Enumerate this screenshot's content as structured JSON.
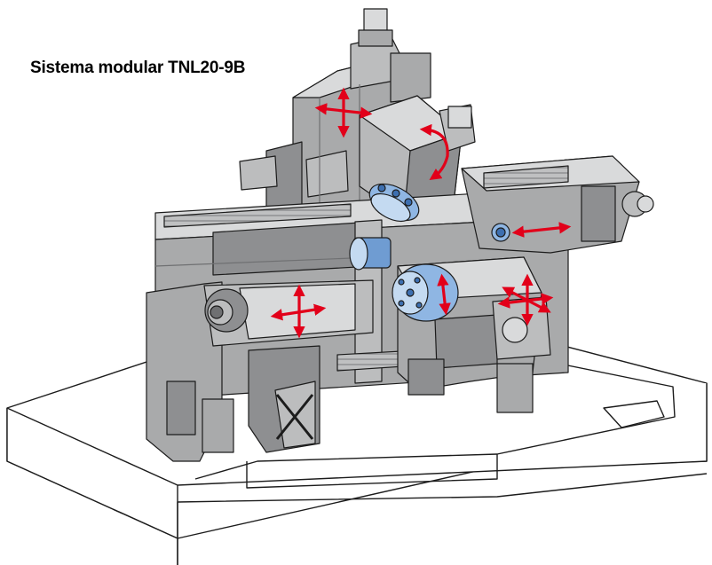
{
  "title": "Sistema modular TNL20-9B",
  "colors": {
    "machine_body": "#a9aaab",
    "machine_light": "#d9dadb",
    "machine_dark": "#6f7072",
    "outline": "#1c1c1c",
    "tool_blue": "#8fb6e3",
    "tool_blue_dark": "#3d6fb0",
    "motion_arrow": "#e2001a",
    "base": "#ffffff"
  },
  "icons": {
    "linear_arrow": "double-headed-arrow",
    "cross_arrow": "four-way-arrow",
    "rotary_arrow": "curved-rotation-arrow"
  }
}
